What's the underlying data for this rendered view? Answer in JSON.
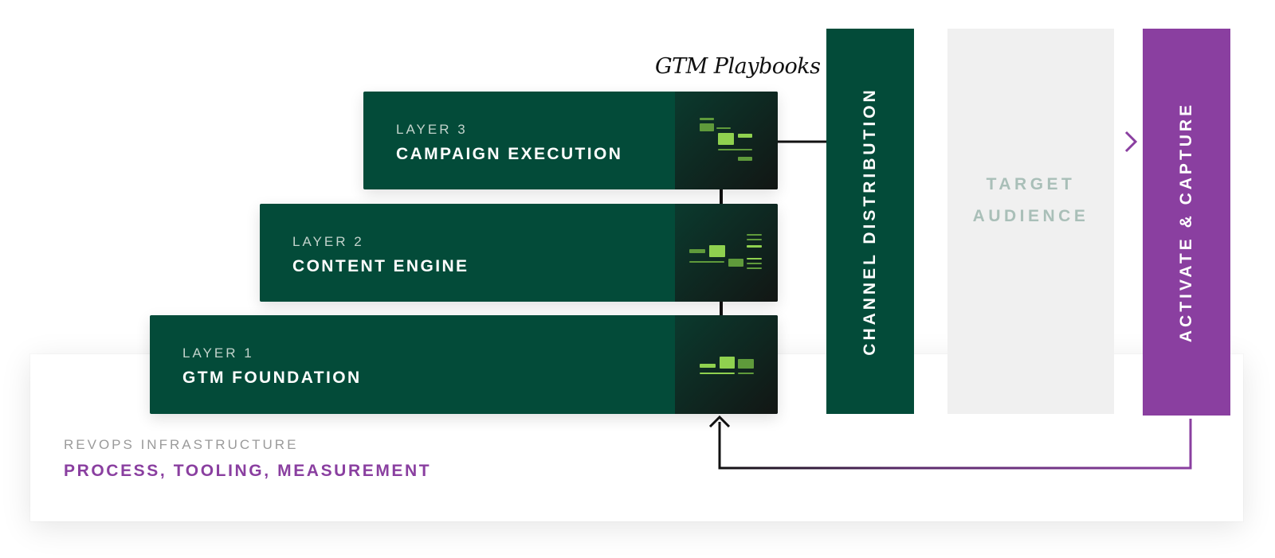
{
  "infrastructure": {
    "subtitle": "REVOPS INFRASTRUCTURE",
    "title": "PROCESS, TOOLING, MEASUREMENT"
  },
  "layers": [
    {
      "number_label": "LAYER 3",
      "name": "CAMPAIGN EXECUTION"
    },
    {
      "number_label": "LAYER 2",
      "name": "CONTENT ENGINE"
    },
    {
      "number_label": "LAYER 1",
      "name": "GTM FOUNDATION"
    }
  ],
  "playbooks_label": "GTM Playbooks",
  "columns": {
    "channel": "CHANNEL DISTRIBUTION",
    "target_line1": "TARGET",
    "target_line2": "AUDIENCE",
    "activate": "ACTIVATE & CAPTURE"
  },
  "colors": {
    "dark_green": "#034b39",
    "purple": "#8a3fa0",
    "light_grey": "#f0f0f0",
    "lime": "#8fd14f"
  }
}
